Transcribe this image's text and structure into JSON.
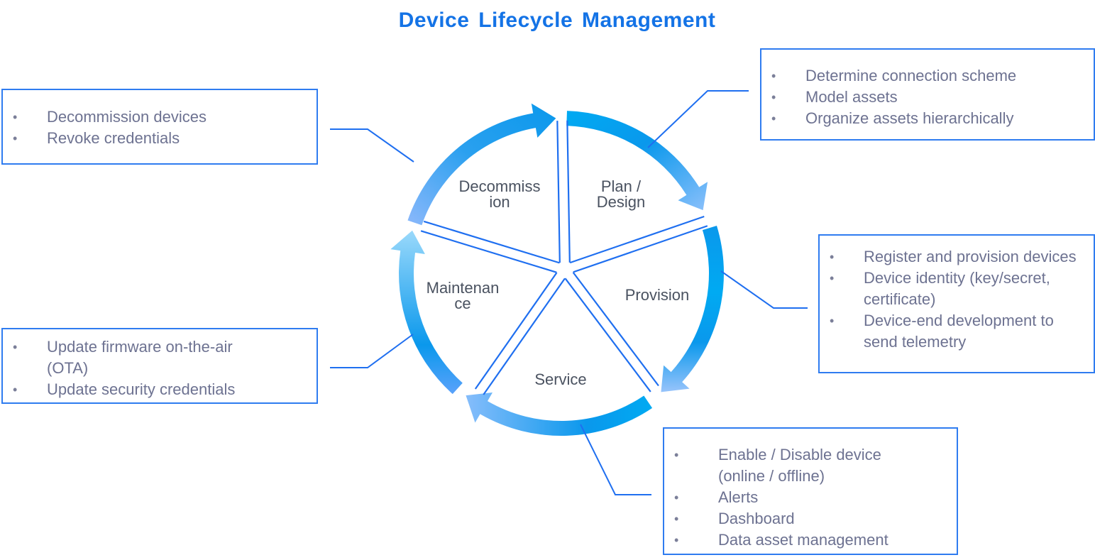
{
  "title": "Device Lifecycle Management",
  "colors": {
    "title": "#1473e6",
    "border": "#2f7cf0",
    "arrow_dark": "#0a98ec",
    "arrow_light": "#8bc4fb",
    "arrow_cyan": "#00aaf2",
    "label_text": "#4a5260",
    "bullet_text": "#6d7291"
  },
  "stages": [
    {
      "id": "plan",
      "label_lines": [
        "Plan /",
        "Design"
      ]
    },
    {
      "id": "provision",
      "label_lines": [
        "Provision"
      ]
    },
    {
      "id": "service",
      "label_lines": [
        "Service"
      ]
    },
    {
      "id": "maintenance",
      "label_lines": [
        "Maintenan",
        "ce"
      ]
    },
    {
      "id": "decommission",
      "label_lines": [
        "Decommiss",
        "ion"
      ]
    }
  ],
  "boxes": {
    "plan": {
      "items": [
        "Determine connection scheme",
        "Model assets",
        "Organize assets hierarchically"
      ]
    },
    "provision": {
      "items": [
        "Register and provision devices",
        "Device identity (key/secret, certificate)",
        "Device-end development to send telemetry"
      ]
    },
    "service": {
      "items": [
        "Enable / Disable device (online / offline)",
        "Alerts",
        "Dashboard",
        "Data asset management"
      ]
    },
    "maintenance": {
      "items": [
        "Update firmware on-the-air (OTA)",
        "Update security credentials"
      ]
    },
    "decommission": {
      "items": [
        "Decommission devices",
        "Revoke credentials"
      ]
    }
  },
  "bullet_glyph": "•"
}
